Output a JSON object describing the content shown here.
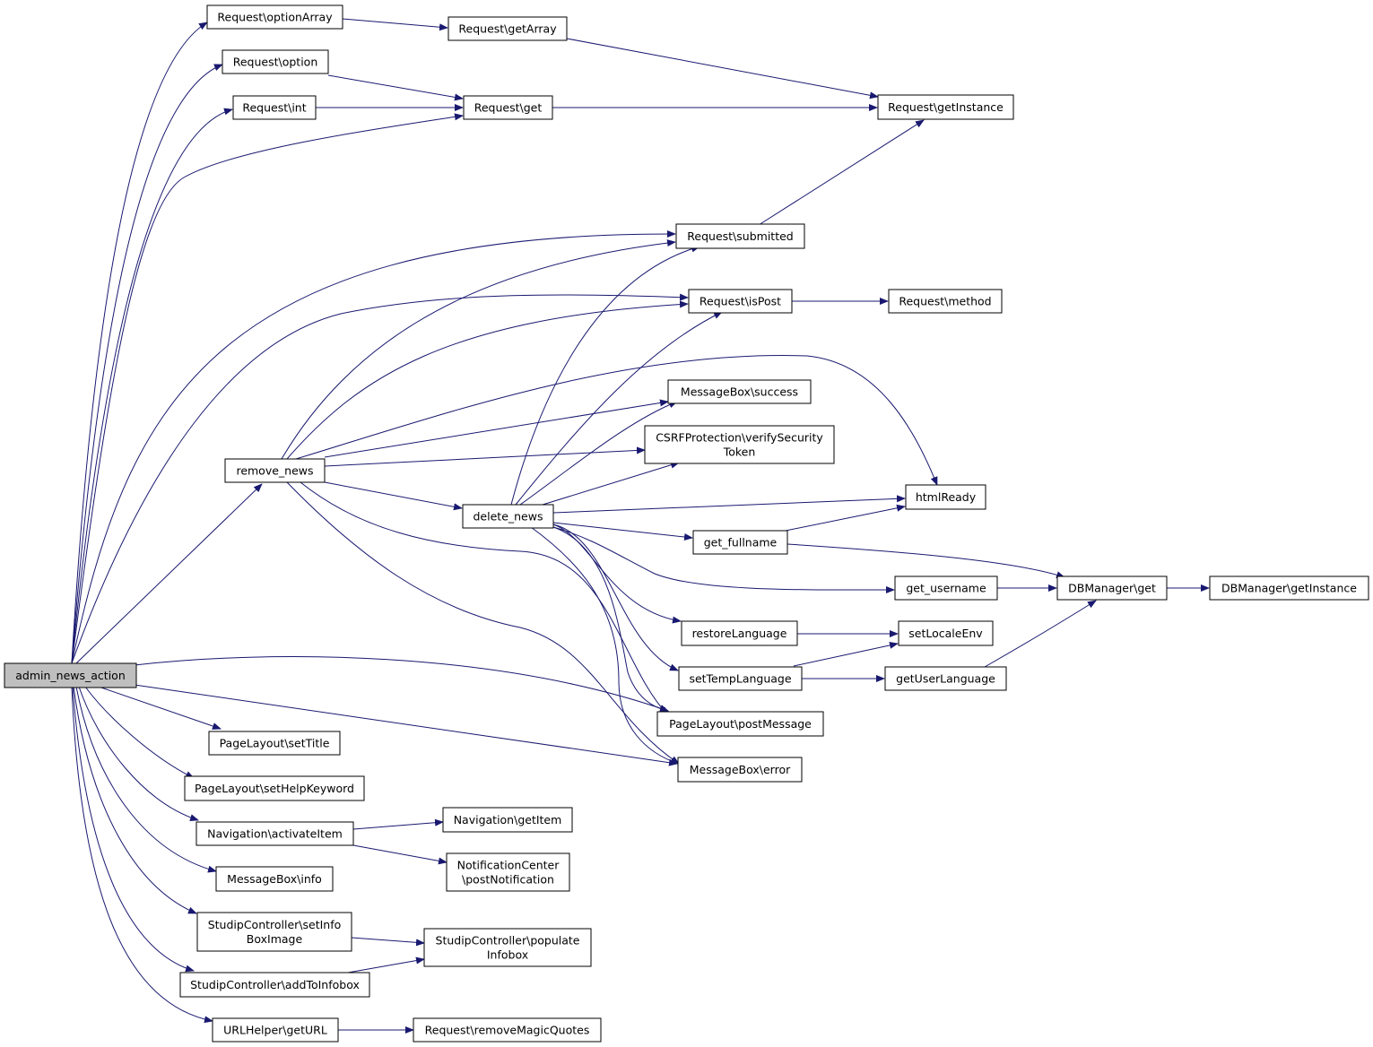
{
  "graph": {
    "edge_color": "#191970",
    "root_fill": "#bfbfbf",
    "nodes": {
      "admin_news_action": [
        "admin_news_action"
      ],
      "optionArray": [
        "Request\\optionArray"
      ],
      "getArray": [
        "Request\\getArray"
      ],
      "option": [
        "Request\\option"
      ],
      "int": [
        "Request\\int"
      ],
      "reqget": [
        "Request\\get"
      ],
      "getInstance": [
        "Request\\getInstance"
      ],
      "submitted": [
        "Request\\submitted"
      ],
      "isPost": [
        "Request\\isPost"
      ],
      "method": [
        "Request\\method"
      ],
      "success": [
        "MessageBox\\success"
      ],
      "csrf": [
        "CSRFProtection\\verifySecurity",
        "Token"
      ],
      "remove_news": [
        "remove_news"
      ],
      "delete_news": [
        "delete_news"
      ],
      "htmlReady": [
        "htmlReady"
      ],
      "get_fullname": [
        "get_fullname"
      ],
      "get_username": [
        "get_username"
      ],
      "dbget": [
        "DBManager\\get"
      ],
      "dbinst": [
        "DBManager\\getInstance"
      ],
      "restoreLanguage": [
        "restoreLanguage"
      ],
      "setLocaleEnv": [
        "setLocaleEnv"
      ],
      "setTempLanguage": [
        "setTempLanguage"
      ],
      "getUserLanguage": [
        "getUserLanguage"
      ],
      "postMessage": [
        "PageLayout\\postMessage"
      ],
      "error": [
        "MessageBox\\error"
      ],
      "setTitle": [
        "PageLayout\\setTitle"
      ],
      "setHelpKeyword": [
        "PageLayout\\setHelpKeyword"
      ],
      "activateItem": [
        "Navigation\\activateItem"
      ],
      "getItem": [
        "Navigation\\getItem"
      ],
      "postNotification": [
        "NotificationCenter",
        "\\postNotification"
      ],
      "info": [
        "MessageBox\\info"
      ],
      "setInfoBoxImage": [
        "StudipController\\setInfo",
        "BoxImage"
      ],
      "populateInfobox": [
        "StudipController\\populate",
        "Infobox"
      ],
      "addToInfobox": [
        "StudipController\\addToInfobox"
      ],
      "getURL": [
        "URLHelper\\getURL"
      ],
      "removeMagicQuotes": [
        "Request\\removeMagicQuotes"
      ]
    }
  }
}
